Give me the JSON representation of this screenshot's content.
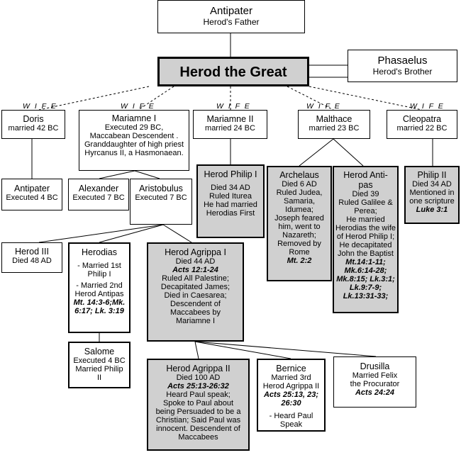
{
  "wife_label": "W I F E",
  "antipater_top": {
    "name": "Antipater",
    "sub": "Herod's Father"
  },
  "herod": {
    "name": "Herod the Great"
  },
  "phasaelus": {
    "name": "Phasaelus",
    "sub": "Herod's Brother"
  },
  "doris": {
    "name": "Doris",
    "sub": "married 42 BC"
  },
  "mariamne1": {
    "name": "Mariamne I",
    "l1": "Executed 29 BC,",
    "l2": "Maccabean Descendent .",
    "l3": "Granddaughter of high priest",
    "l4": "Hyrcanus II, a Hasmonaean."
  },
  "mariamne2": {
    "name": "Mariamne II",
    "sub": "married 24 BC"
  },
  "malthace": {
    "name": "Malthace",
    "sub": "married 23 BC"
  },
  "cleopatra": {
    "name": "Cleopatra",
    "sub": "married 22 BC"
  },
  "antipater2": {
    "name": "Antipater",
    "sub": "Executed 4 BC"
  },
  "alexander": {
    "name": "Alexander",
    "sub": "Executed 7 BC"
  },
  "aristobulus": {
    "name": "Aristobulus",
    "sub": "Executed 7 BC"
  },
  "philip1": {
    "name": "Herod Philip I",
    "l1": "Died 34 AD",
    "l2": "Ruled Iturea",
    "l3": "He had married",
    "l4": "Herodias First"
  },
  "archelaus": {
    "name": "Archelaus",
    "l1": "Died 6 AD",
    "l2": "Ruled Judea,",
    "l3": "Samaria,",
    "l4": "Idumea;",
    "l5": "Joseph feared",
    "l6": "him, went to",
    "l7": "Nazareth;",
    "l8": "Removed by",
    "l9": "Rome",
    "ref": "Mt. 2:2"
  },
  "antipas": {
    "name": "Herod Anti-",
    "name2": "pas",
    "l1": "Died 39",
    "l2": "Ruled Galilee &",
    "l3": "Perea;",
    "l4": "He married",
    "l5": "Herodias the wife",
    "l6": "of Herod Philip I;",
    "l7": "He decapitated",
    "l8": "John the Baptist",
    "r1": "Mt.14:1-11;",
    "r2": "Mk.6:14-28;",
    "r3": "Mk.8:15; Lk.3:1;",
    "r4": "Lk.9:7-9;",
    "r5": "Lk.13:31-33;"
  },
  "philip2": {
    "name": "Philip II",
    "l1": "Died 34 AD",
    "l2": "Mentioned in",
    "l3": "one scripture",
    "ref": "Luke 3:1"
  },
  "herod3": {
    "name": "Herod III",
    "sub": "Died 48 AD"
  },
  "herodias": {
    "name": "Herodias",
    "l1": "- Married 1st",
    "l2": "Philip I",
    "l3": "- Married 2nd",
    "l4": "Herod Antipas",
    "r1": "Mt. 14:3-6;Mk.",
    "r2": "6:17; Lk. 3:19"
  },
  "agrippa1": {
    "name": "Herod Agrippa I",
    "l1": "Died 44 AD",
    "ref": "Acts 12:1-24",
    "l2": "Ruled  All Palestine;",
    "l3": "Decapitated James;",
    "l4": "Died in Caesarea;",
    "l5": "Descendent of",
    "l6": "Maccabees by",
    "l7": "Mariamne I"
  },
  "salome": {
    "name": "Salome",
    "l1": "Executed 4 BC",
    "l2": "Married Philip",
    "l3": "II"
  },
  "agrippa2": {
    "name": "Herod Agrippa II",
    "l1": "Died 100 AD",
    "ref": "Acts 25:13-26:32",
    "l2": "Heard Paul speak;",
    "l3": "Spoke to Paul about",
    "l4": "being Persuaded to be a",
    "l5": "Christian; Said Paul was",
    "l6": "innocent. Descendent of",
    "l7": "Maccabees"
  },
  "bernice": {
    "name": "Bernice",
    "l1": "Married 3rd",
    "l2": "Herod Agrippa II",
    "r1": "Acts 25:13, 23;",
    "r2": "26:30",
    "l3": "- Heard Paul",
    "l4": "Speak"
  },
  "drusilla": {
    "name": "Drusilla",
    "l1": "Married Felix",
    "l2": "the Procurator",
    "ref": "Acts 24:24"
  }
}
